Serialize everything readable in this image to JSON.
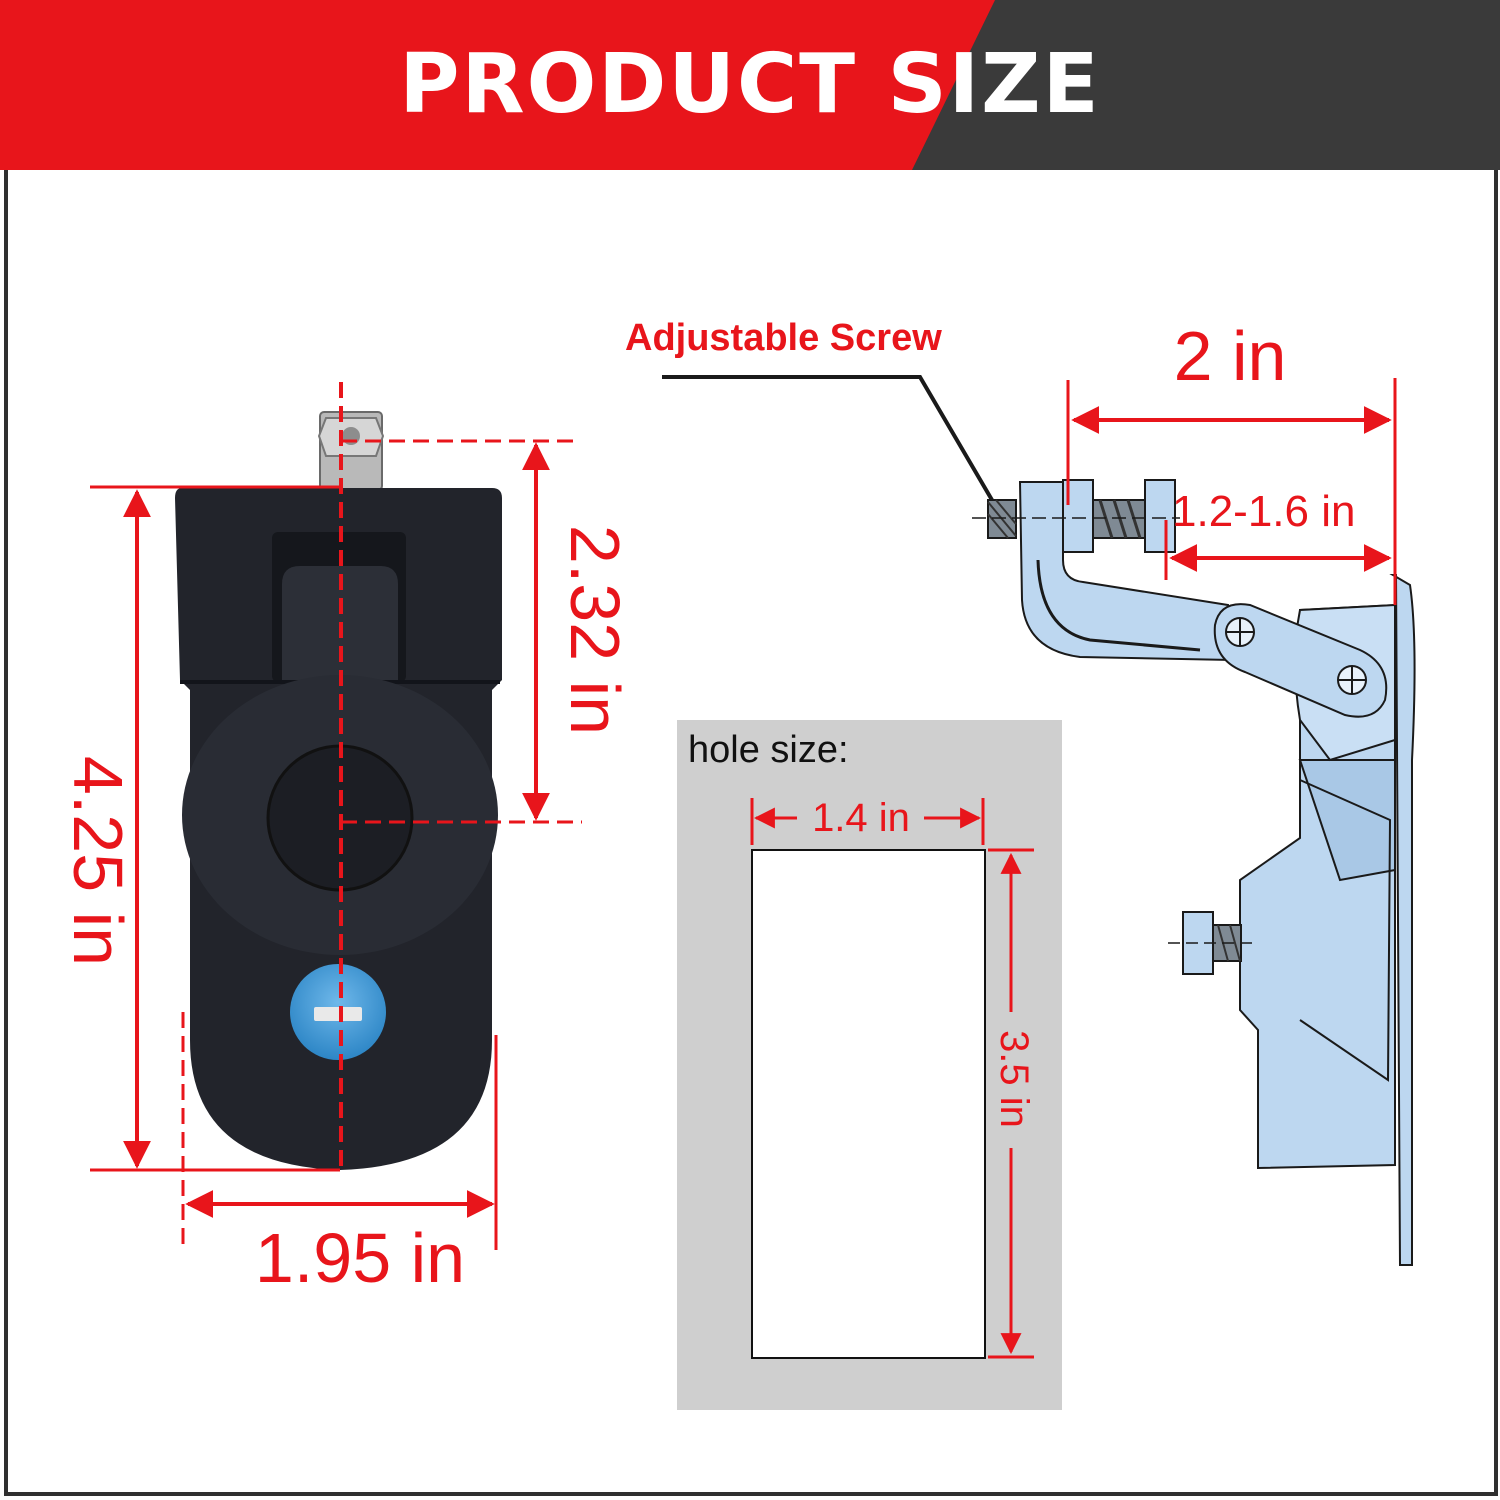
{
  "banner": {
    "title": "PRODUCT SIZE",
    "left_color": "#e8151b",
    "right_color": "#3a3a3a"
  },
  "dimensions": {
    "overall_height": "4.25 in",
    "lock_offset": "2.32 in",
    "width": "1.95 in",
    "bracket_width": "2 in",
    "screw_adjust": "1.2-1.6 in"
  },
  "callout": {
    "label": "Adjustable Screw"
  },
  "hole": {
    "title": "hole size:",
    "width": "1.4 in",
    "height": "3.5 in"
  },
  "colors": {
    "dimension": "#e8151b",
    "latch_body": "#22242b",
    "key_cylinder": "#3d9ad8",
    "drawing_fill": "#bdd7f0",
    "hole_panel": "#cfcfcf"
  },
  "icons": [
    "latch-lock-photo",
    "side-view-drawing",
    "key-cylinder-icon",
    "screw-icon"
  ]
}
